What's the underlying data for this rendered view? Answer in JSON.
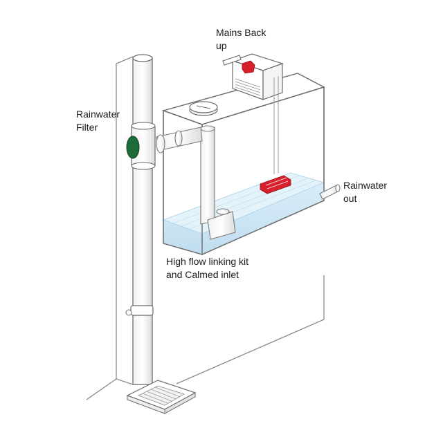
{
  "labels": {
    "mains_backup": [
      "Mains Back",
      "up"
    ],
    "rainwater_filter": [
      "Rainwater",
      "Filter"
    ],
    "rainwater_out": [
      "Rainwater",
      "out"
    ],
    "linking_kit": [
      "High flow linking kit",
      "and Calmed inlet"
    ]
  },
  "colors": {
    "outline": "#6b6b6b",
    "water": "#cfe6f4",
    "filter": "#1e6b3a",
    "float_valve": "#d9202c",
    "wall": "#ffffff"
  }
}
